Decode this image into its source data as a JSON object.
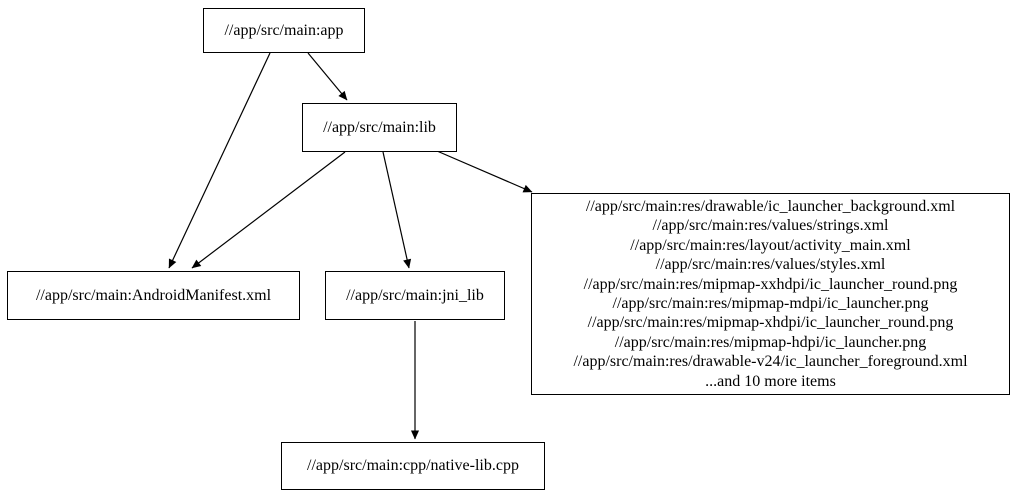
{
  "graph": {
    "nodes": {
      "app": {
        "label": "//app/src/main:app"
      },
      "lib": {
        "label": "//app/src/main:lib"
      },
      "manifest": {
        "label": "//app/src/main:AndroidManifest.xml"
      },
      "jni_lib": {
        "label": "//app/src/main:jni_lib"
      },
      "native": {
        "label": "//app/src/main:cpp/native-lib.cpp"
      },
      "res_group": {
        "lines": [
          "//app/src/main:res/drawable/ic_launcher_background.xml",
          "//app/src/main:res/values/strings.xml",
          "//app/src/main:res/layout/activity_main.xml",
          "//app/src/main:res/values/styles.xml",
          "//app/src/main:res/mipmap-xxhdpi/ic_launcher_round.png",
          "//app/src/main:res/mipmap-mdpi/ic_launcher.png",
          "//app/src/main:res/mipmap-xhdpi/ic_launcher_round.png",
          "//app/src/main:res/mipmap-hdpi/ic_launcher.png",
          "//app/src/main:res/drawable-v24/ic_launcher_foreground.xml",
          "...and 10 more items"
        ]
      }
    },
    "edges": [
      {
        "from": "app",
        "to": "lib"
      },
      {
        "from": "app",
        "to": "manifest"
      },
      {
        "from": "lib",
        "to": "manifest"
      },
      {
        "from": "lib",
        "to": "jni_lib"
      },
      {
        "from": "lib",
        "to": "res_group"
      },
      {
        "from": "jni_lib",
        "to": "native"
      }
    ],
    "colors": {
      "background": "#ffffff",
      "node_border": "#000000",
      "edge": "#000000",
      "text": "#000000"
    }
  }
}
